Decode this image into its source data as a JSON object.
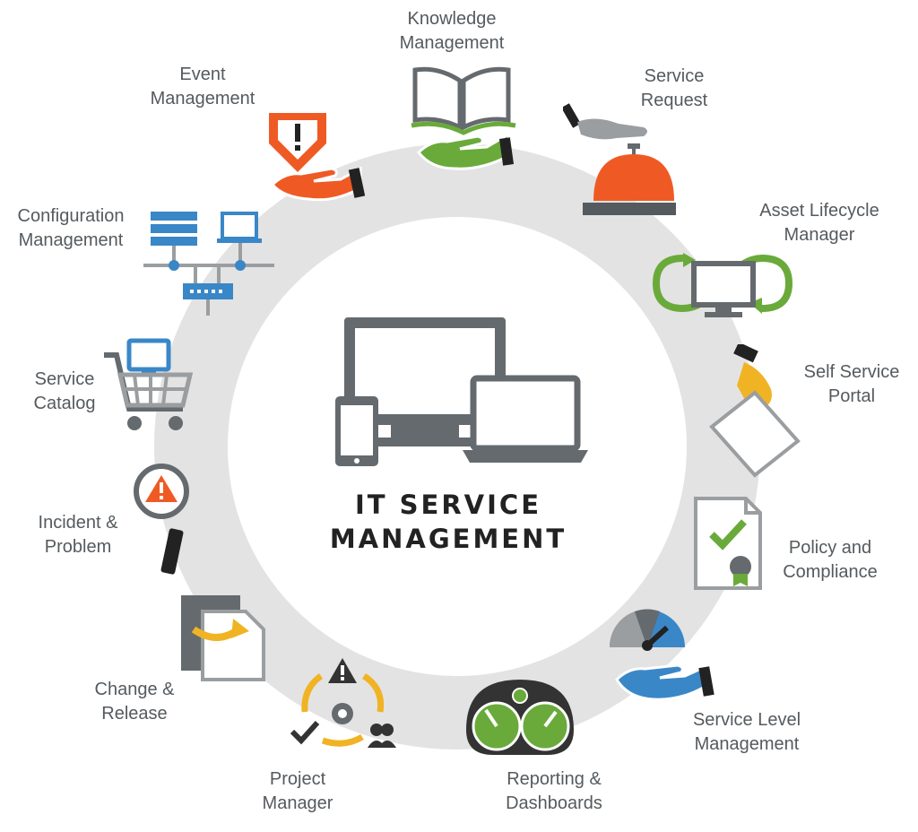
{
  "center": {
    "line1": "IT SERVICE",
    "line2": "MANAGEMENT"
  },
  "nodes": [
    {
      "id": "knowledge",
      "line1": "Knowledge",
      "line2": "Management",
      "icon": "open-book-hand-icon"
    },
    {
      "id": "service-request",
      "line1": "Service",
      "line2": "Request",
      "icon": "service-bell-icon"
    },
    {
      "id": "asset-lifecycle",
      "line1": "Asset Lifecycle",
      "line2": "Manager",
      "icon": "recycle-monitor-icon"
    },
    {
      "id": "self-service",
      "line1": "Self Service",
      "line2": "Portal",
      "icon": "hand-document-icon"
    },
    {
      "id": "policy",
      "line1": "Policy and",
      "line2": "Compliance",
      "icon": "certificate-check-icon"
    },
    {
      "id": "service-level",
      "line1": "Service Level",
      "line2": "Management",
      "icon": "gauge-hand-icon"
    },
    {
      "id": "reporting",
      "line1": "Reporting &",
      "line2": "Dashboards",
      "icon": "dashboard-gauges-icon"
    },
    {
      "id": "project",
      "line1": "Project",
      "line2": "Manager",
      "icon": "project-cycle-icon"
    },
    {
      "id": "change",
      "line1": "Change &",
      "line2": "Release",
      "icon": "document-arrow-icon"
    },
    {
      "id": "incident",
      "line1": "Incident &",
      "line2": "Problem",
      "icon": "magnifier-warning-icon"
    },
    {
      "id": "catalog",
      "line1": "Service",
      "line2": "Catalog",
      "icon": "shopping-cart-icon"
    },
    {
      "id": "configuration",
      "line1": "Configuration",
      "line2": "Management",
      "icon": "network-icon"
    },
    {
      "id": "event",
      "line1": "Event",
      "line2": "Management",
      "icon": "warning-hand-icon"
    }
  ],
  "colors": {
    "ring": "#e3e3e3",
    "orange": "#ef5a24",
    "green": "#6aaa3a",
    "blue": "#3a87c8",
    "gray": "#555a5e",
    "yellow": "#f0b323",
    "dark": "#333333"
  }
}
